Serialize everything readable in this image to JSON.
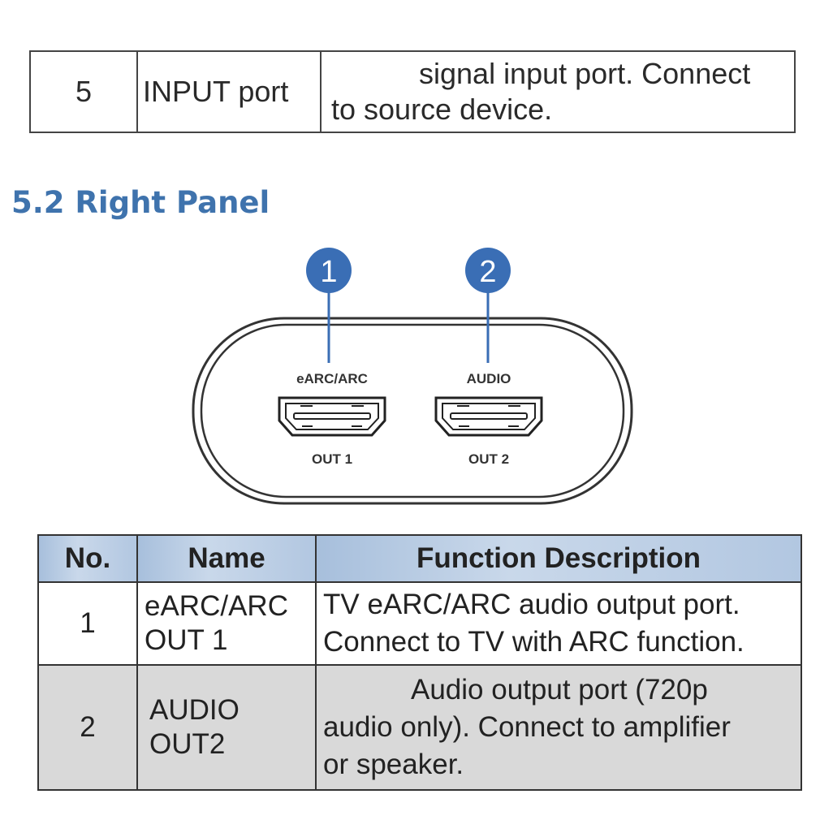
{
  "top_table": {
    "row": {
      "no": "5",
      "name": "INPUT port",
      "desc_line1": "signal input port. Connect",
      "desc_line2": "to source device."
    }
  },
  "section_title": "5.2 Right Panel",
  "diagram": {
    "callouts": [
      "1",
      "2"
    ],
    "port1_label_top": "eARC/ARC",
    "port1_label_bottom": "OUT 1",
    "port2_label_top": "AUDIO",
    "port2_label_bottom": "OUT 2",
    "accent_color": "#3a6eb5"
  },
  "function_table": {
    "headers": [
      "No.",
      "Name",
      "Function Description"
    ],
    "rows": [
      {
        "no": "1",
        "name_line1": "eARC/ARC",
        "name_line2": "OUT 1",
        "desc_line1": "TV eARC/ARC audio output port.",
        "desc_line2": "Connect to TV with ARC function."
      },
      {
        "no": "2",
        "name_line1": "AUDIO",
        "name_line2": "OUT2",
        "desc_line1": "Audio output port (720p",
        "desc_line2": "audio only). Connect to amplifier",
        "desc_line3": "or speaker."
      }
    ]
  }
}
